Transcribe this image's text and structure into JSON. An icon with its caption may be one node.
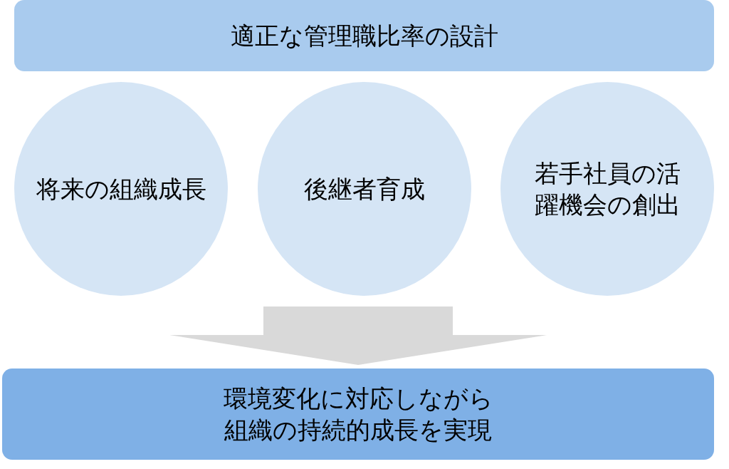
{
  "diagram": {
    "nodes": [
      {
        "text": [
          "適正な管理職比率の設計"
        ]
      },
      {
        "text": [
          "将来の組織成長"
        ]
      },
      {
        "text": [
          "後継者育成"
        ]
      },
      {
        "text": [
          "若手社員の活躍機会の創出"
        ]
      },
      {
        "text": [
          "環境変化に対応しながら組織の持続的成長を実現"
        ]
      }
    ],
    "edges": [
      {
        "from": 2,
        "to": 4,
        "arrow": "to",
        "style": "thick",
        "color": "#d9d9d9"
      }
    ]
  }
}
